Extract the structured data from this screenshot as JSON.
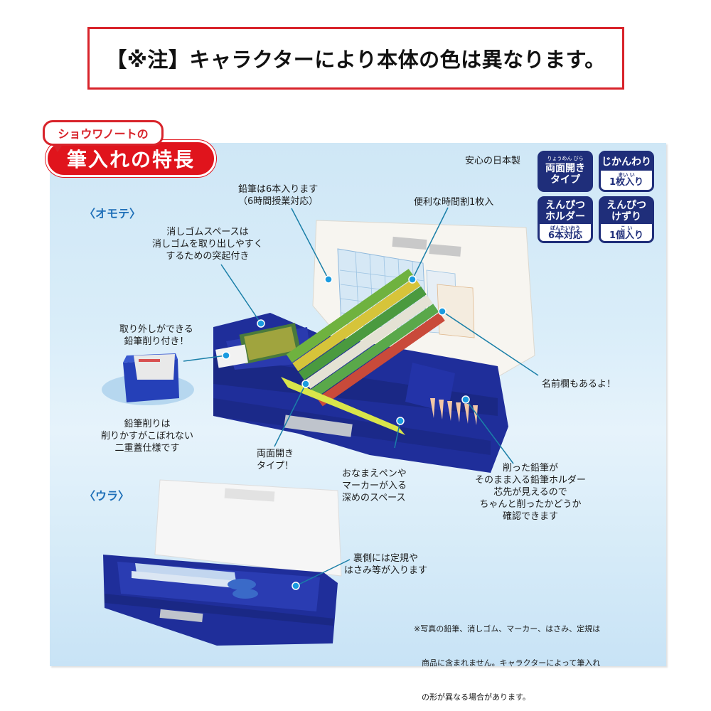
{
  "notice": {
    "text": "【※注】キャラクターにより本体の色は異なります。"
  },
  "header": {
    "badge_small": "ショウワノートの",
    "badge_big": "筆入れの特長",
    "made_in": "安心の日本製"
  },
  "feature_tiles": [
    {
      "ruby": "りょうめん びら",
      "top": "両面開き\nタイプ",
      "bottom": null
    },
    {
      "ruby": null,
      "top": "じかんわり",
      "bottom_ruby": "まい い",
      "bottom": "1枚入り"
    },
    {
      "ruby": null,
      "top": "えんぴつ\nホルダー",
      "bottom_ruby": "ぼんたいおう",
      "bottom": "6本対応"
    },
    {
      "ruby": null,
      "top": "えんぴつ\nけずり",
      "bottom_ruby": "こ い",
      "bottom": "1個入り"
    }
  ],
  "sections": {
    "front": "〈オモテ〉",
    "back": "〈ウラ〉"
  },
  "callouts": {
    "pencils": [
      "鉛筆は6本入ります",
      "（6時間授業対応）"
    ],
    "timetable": [
      "便利な時間割1枚入"
    ],
    "eraser": [
      "消しゴムスペースは",
      "消しゴムを取り出しやすく",
      "するための突起付き"
    ],
    "sharpener": [
      "取り外しができる",
      "鉛筆削り付き！"
    ],
    "sharpener_detail": [
      "鉛筆削りは",
      "削りかすがこぼれない",
      "二重蓋仕様です"
    ],
    "name_field": [
      "名前欄もあるよ！"
    ],
    "double_open": [
      "両面開き",
      "タイプ！"
    ],
    "pen_space": [
      "おなまえペンや",
      "マーカーが入る",
      "深めのスペース"
    ],
    "holder": [
      "削った鉛筆が",
      "そのまま入る鉛筆ホルダー",
      "芯先が見えるので",
      "ちゃんと削ったかどうか",
      "確認できます"
    ],
    "back_side": [
      "裏側には定規や",
      "はさみ等が入ります"
    ]
  },
  "footnote": [
    "※写真の鉛筆、消しゴム、マーカー、はさみ、定規は",
    "　商品に含まれません。キャラクターによって筆入れ",
    "　の形が異なる場合があります。"
  ],
  "colors": {
    "accent_red": "#d8232a",
    "case_blue": "#1f2e9a",
    "tile_navy": "#1f2e7a",
    "leader_teal": "#1a7fa8",
    "dot_blue": "#1a9be0",
    "section_blue": "#1e6fb8"
  }
}
